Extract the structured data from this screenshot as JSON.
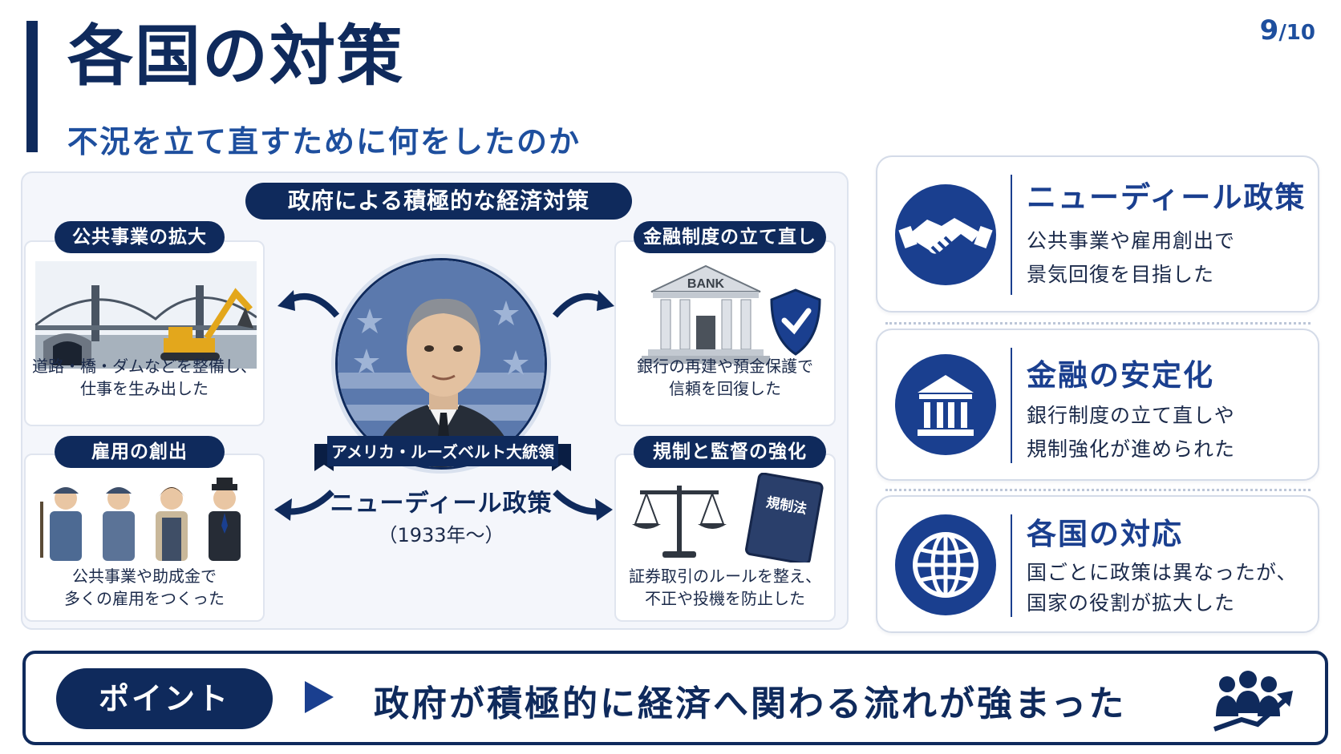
{
  "header": {
    "title": "各国の対策",
    "subtitle": "不況を立て直すために何をしたのか",
    "page_current": "9",
    "page_total": "/10"
  },
  "center": {
    "banner": "政府による積極的な経済対策",
    "ribbon": "アメリカ・ルーズベルト大統領",
    "policy": "ニューディール政策",
    "year": "（1933年〜）"
  },
  "cards": {
    "public_works": {
      "label": "公共事業の拡大",
      "line1": "道路・橋・ダムなどを整備し、",
      "line2": "仕事を生み出した"
    },
    "finance": {
      "label": "金融制度の立て直し",
      "line1": "銀行の再建や預金保護で",
      "line2": "信頼を回復した",
      "bank_sign": "BANK"
    },
    "employment": {
      "label": "雇用の創出",
      "line1": "公共事業や助成金で",
      "line2": "多くの雇用をつくった"
    },
    "regulation": {
      "label": "規制と監督の強化",
      "line1": "証券取引のルールを整え、",
      "line2": "不正や投機を防止した",
      "book": "規制法"
    }
  },
  "summary": [
    {
      "icon": "handshake-icon",
      "title": "ニューディール政策",
      "line1": "公共事業や雇用創出で",
      "line2": "景気回復を目指した"
    },
    {
      "icon": "bank-icon",
      "title": "金融の安定化",
      "line1": "銀行制度の立て直しや",
      "line2": "規制強化が進められた"
    },
    {
      "icon": "globe-icon",
      "title": "各国の対応",
      "line1": "国ごとに政策は異なったが、",
      "line2": "国家の役割が拡大した"
    }
  ],
  "point": {
    "label": "ポイント",
    "text": "政府が積極的に経済へ関わる流れが強まった"
  },
  "colors": {
    "navy": "#0f2a5c",
    "accent": "#1a3f8f",
    "subtitle": "#1e4f9e"
  }
}
